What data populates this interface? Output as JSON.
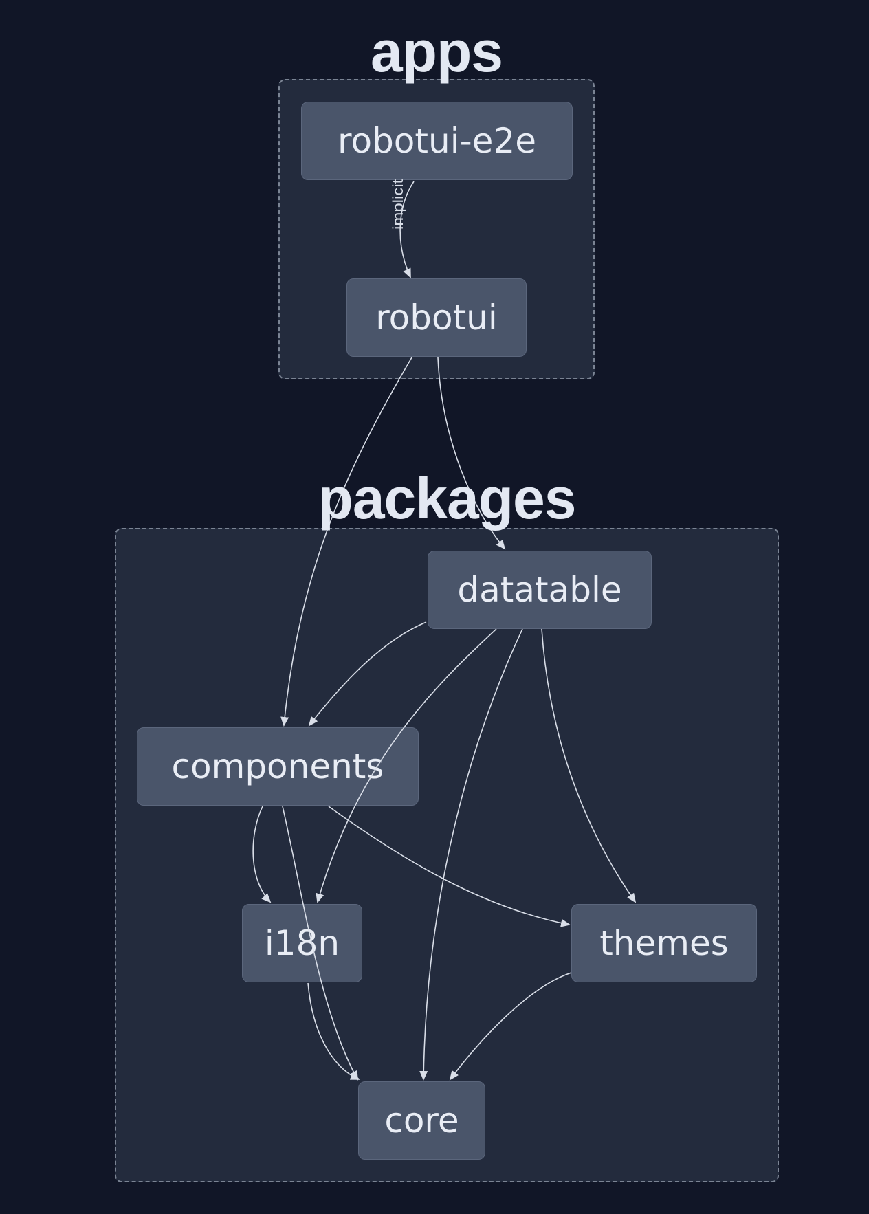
{
  "groups": {
    "apps": {
      "label": "apps"
    },
    "packages": {
      "label": "packages"
    }
  },
  "nodes": {
    "robotui_e2e": "robotui-e2e",
    "robotui": "robotui",
    "datatable": "datatable",
    "components": "components",
    "i18n": "i18n",
    "themes": "themes",
    "core": "core"
  },
  "edges": [
    {
      "from": "robotui-e2e",
      "to": "robotui",
      "label": "implicit"
    },
    {
      "from": "robotui",
      "to": "components"
    },
    {
      "from": "robotui",
      "to": "datatable"
    },
    {
      "from": "datatable",
      "to": "components"
    },
    {
      "from": "datatable",
      "to": "i18n"
    },
    {
      "from": "datatable",
      "to": "core"
    },
    {
      "from": "datatable",
      "to": "themes"
    },
    {
      "from": "components",
      "to": "i18n"
    },
    {
      "from": "components",
      "to": "core"
    },
    {
      "from": "components",
      "to": "themes"
    },
    {
      "from": "i18n",
      "to": "core"
    },
    {
      "from": "themes",
      "to": "core"
    }
  ],
  "colors": {
    "background": "#111627",
    "group_fill": "#232b3d",
    "group_border": "#7b8494",
    "node_fill": "#4a556a",
    "text": "#e9edf5",
    "edge": "#d9dee8"
  }
}
